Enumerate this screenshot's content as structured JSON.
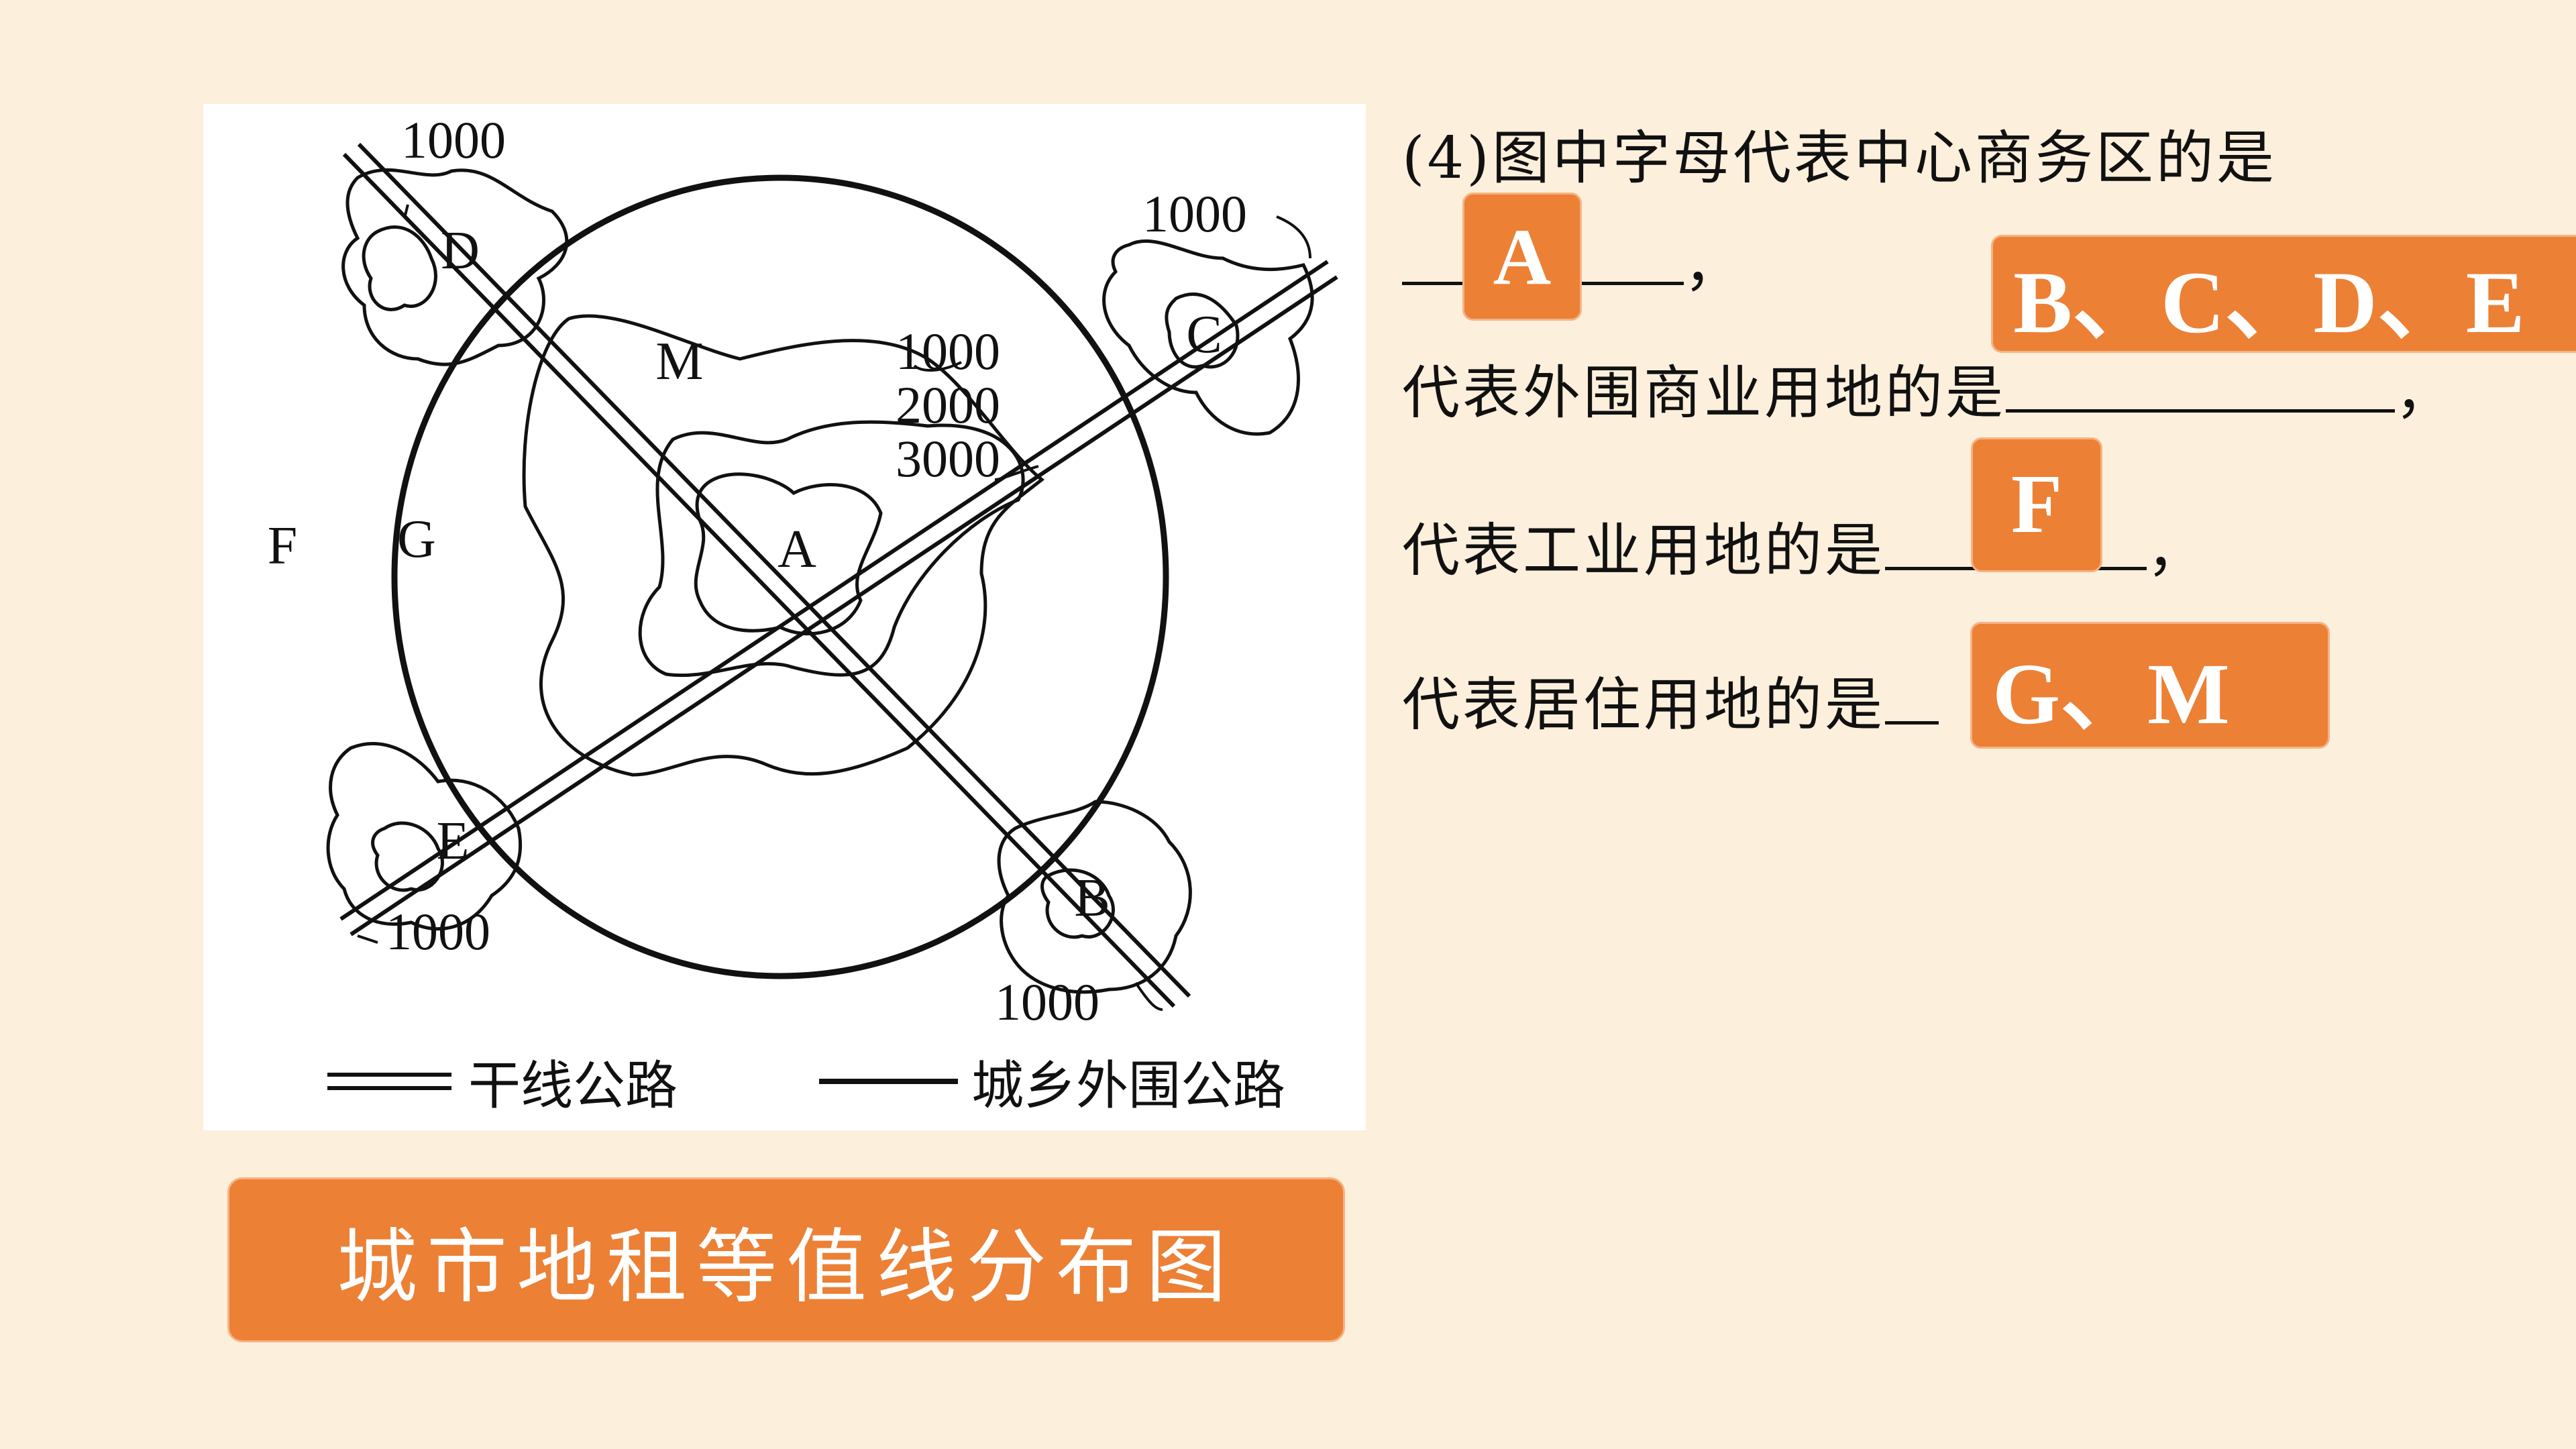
{
  "diagram": {
    "labels": {
      "A": "A",
      "B": "B",
      "C": "C",
      "D": "D",
      "E": "E",
      "F": "F",
      "G": "G",
      "M": "M"
    },
    "contours": {
      "c1000_center": "1000",
      "c2000": "2000",
      "c3000": "3000",
      "c1000_D": "1000",
      "c1000_C": "1000",
      "c1000_E": "1000",
      "c1000_B": "1000"
    },
    "legend": {
      "trunk_road": "干线公路",
      "ring_road": "城乡外围公路"
    }
  },
  "caption": "城市地租等值线分布图",
  "question": {
    "line1": "(4)图中字母代表中心商务区的是",
    "line2_comma": "，",
    "line3": "代表外围商业用地的是",
    "line3_comma": "，",
    "line4": "代表工业用地的是",
    "line4_comma": "，",
    "line5": "代表居住用地的是"
  },
  "answers": {
    "cbd": "A",
    "commercial": "B、C、D、E",
    "industrial": "F",
    "residential": "G、M"
  },
  "colors": {
    "accent": "#ec8035",
    "background": "#fcefdc"
  }
}
